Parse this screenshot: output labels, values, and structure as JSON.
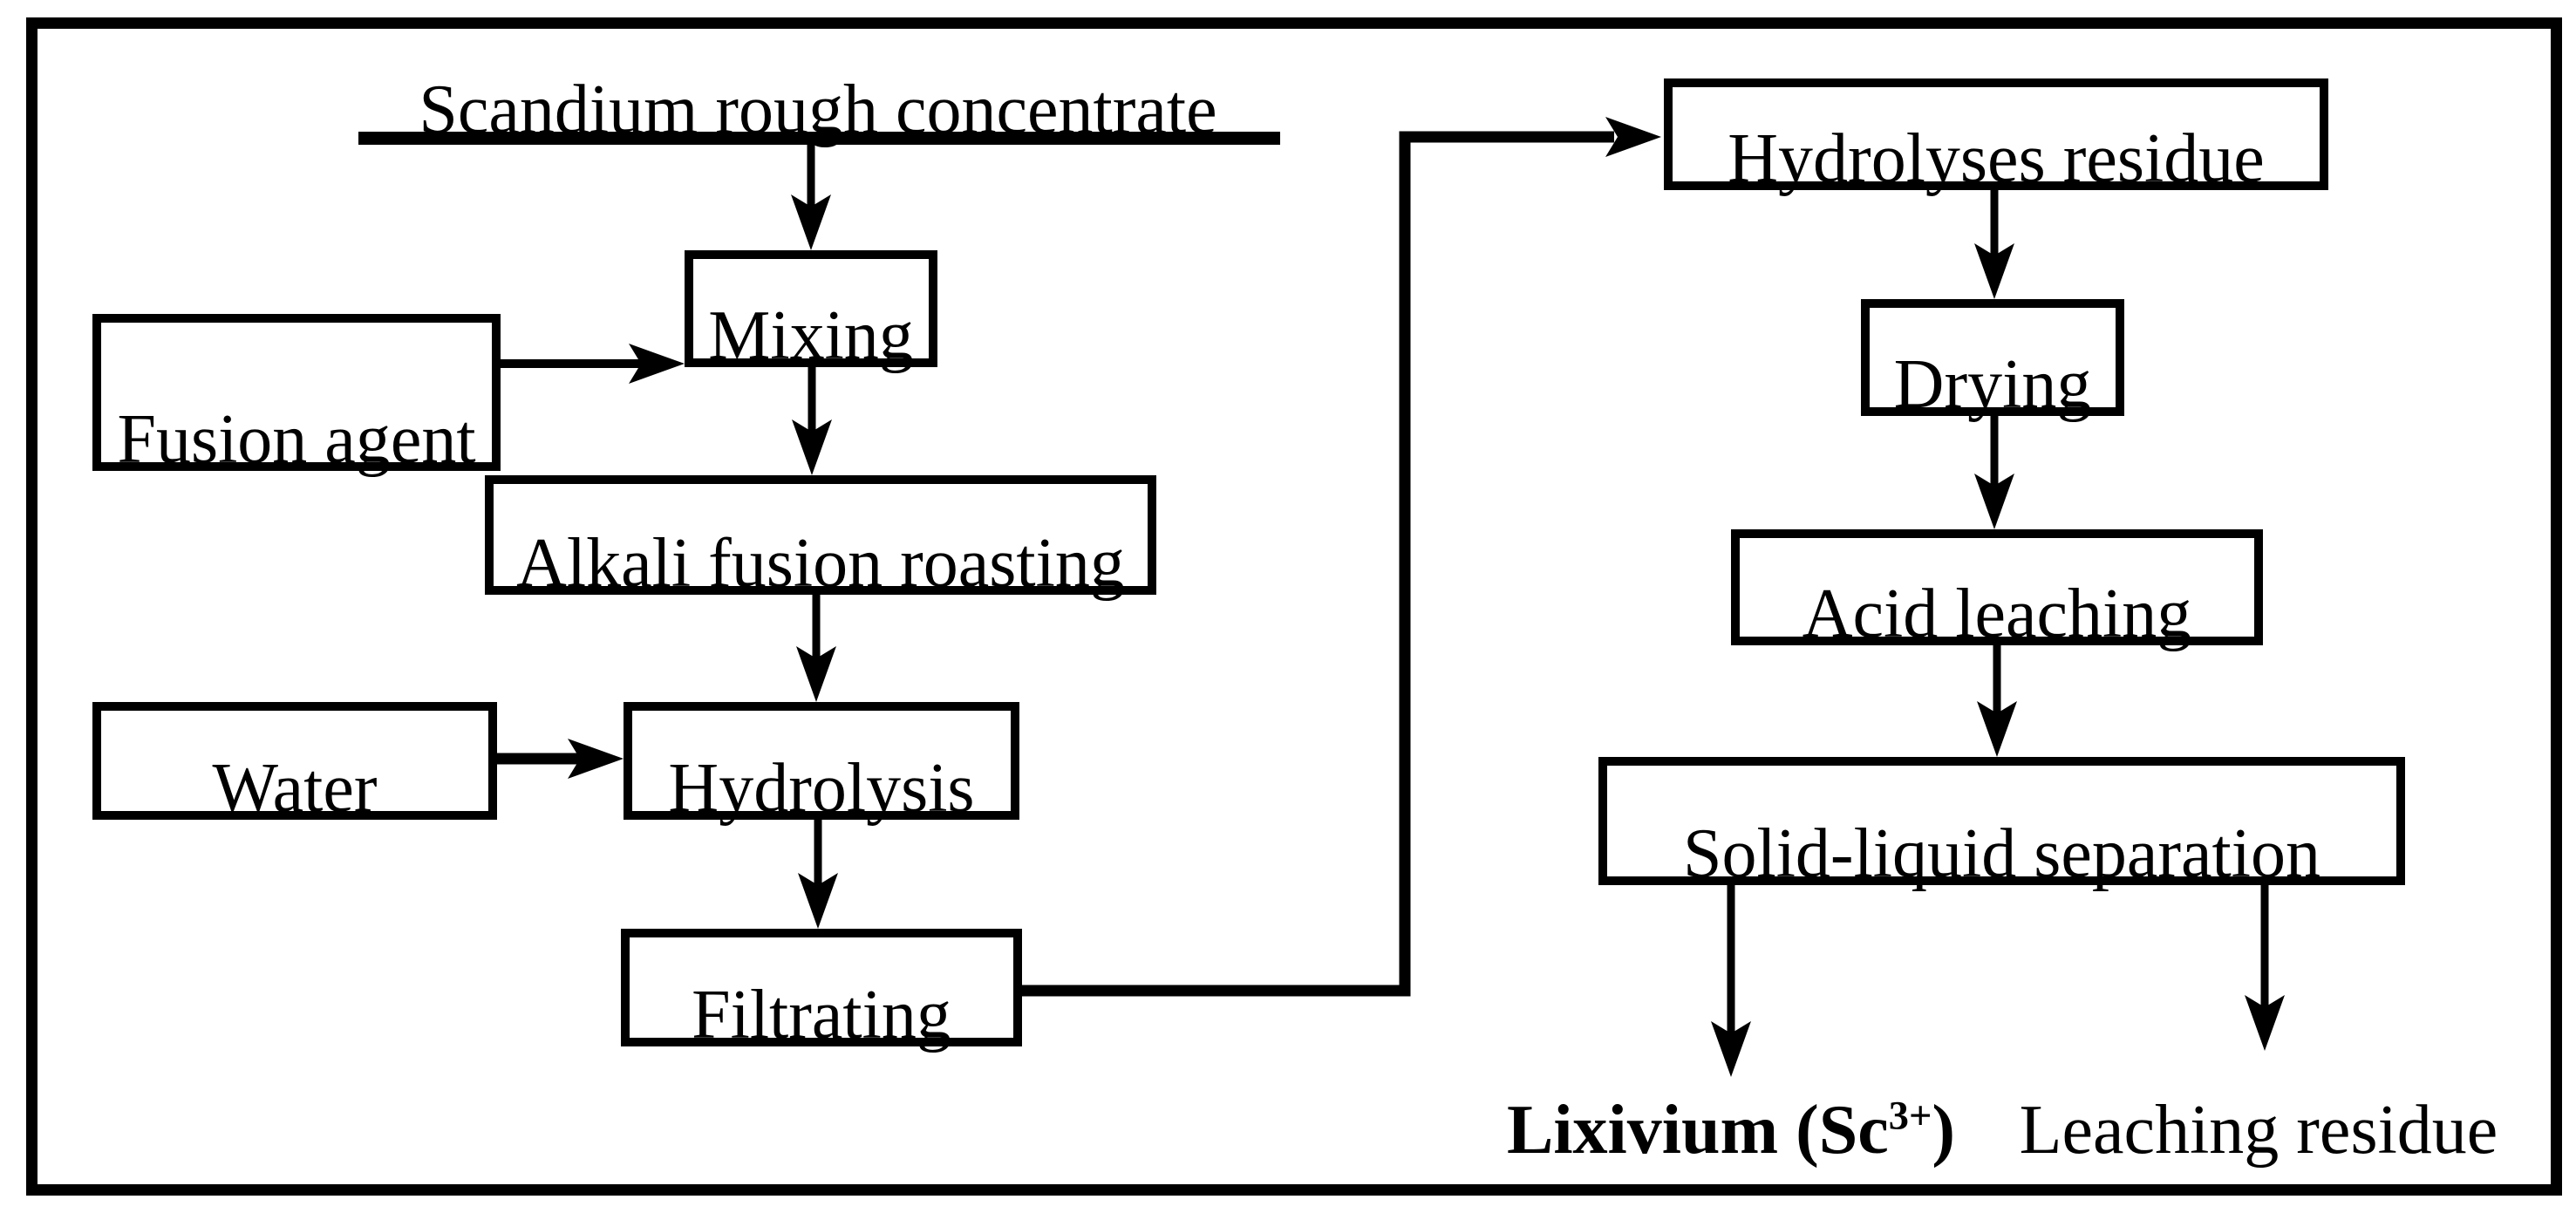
{
  "figure": {
    "title": "Scandium rough concentrate",
    "boxes": {
      "mixing": "Mixing",
      "fusion_agent": "Fusion agent",
      "alkali_fusion_roasting": "Alkali fusion roasting",
      "water": "Water",
      "hydrolysis": "Hydrolysis",
      "filtrating": "Filtrating",
      "hydrolyses_residue": "Hydrolyses residue",
      "drying": "Drying",
      "acid_leaching": "Acid leaching",
      "solid_liquid_separation": "Solid-liquid separation"
    },
    "outputs": {
      "lixivium_main": "Lixivium (Sc",
      "lixivium_sup": "3+",
      "lixivium_close": ")",
      "leaching_residue": "Leaching residue"
    },
    "colors": {
      "ink": "#000000",
      "background": "#ffffff"
    }
  }
}
